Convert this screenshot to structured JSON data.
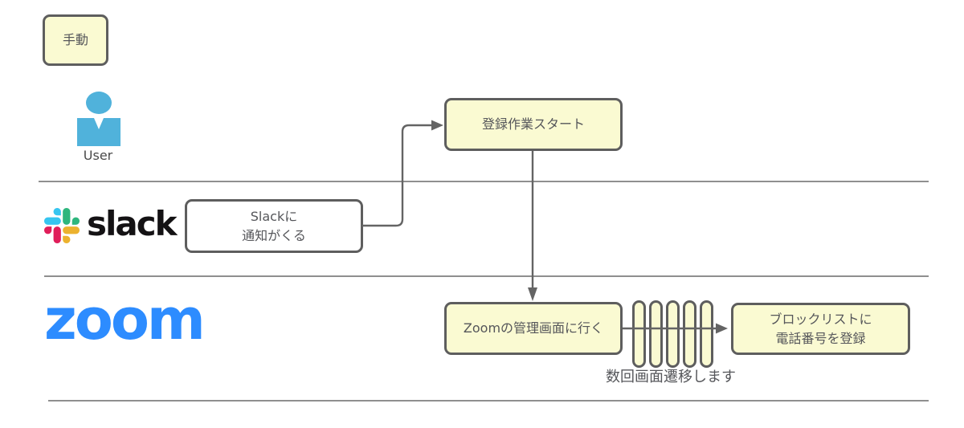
{
  "diagram": {
    "manual_badge": "手動",
    "user_lane": {
      "actor_label": "User"
    },
    "slack_lane": {
      "wordmark": "slack"
    },
    "zoom_lane": {
      "wordmark": "zoom"
    },
    "nodes": {
      "registration_start": {
        "label": "登録作業スタート"
      },
      "slack_notification": {
        "line1": "Slackに",
        "line2": "通知がくる"
      },
      "goto_zoom_admin": {
        "label": "Zoomの管理画面に行く"
      },
      "register_blocklist": {
        "line1": "ブロックリストに",
        "line2": "電話番号を登録"
      }
    },
    "screen_transitions": {
      "caption": "数回画面遷移します",
      "pill_count": 5
    },
    "colors": {
      "node_fill": "#FAFAD2",
      "node_border": "#5E5E5E",
      "arrow": "#646464",
      "lane_line": "#8F8F8F",
      "zoom_blue": "#2D8CFF",
      "user_icon_blue": "#50B2DB",
      "slack_blue": "#36C5F0",
      "slack_green": "#2EB67D",
      "slack_yellow": "#ECB22E",
      "slack_red": "#E01E5A"
    }
  }
}
